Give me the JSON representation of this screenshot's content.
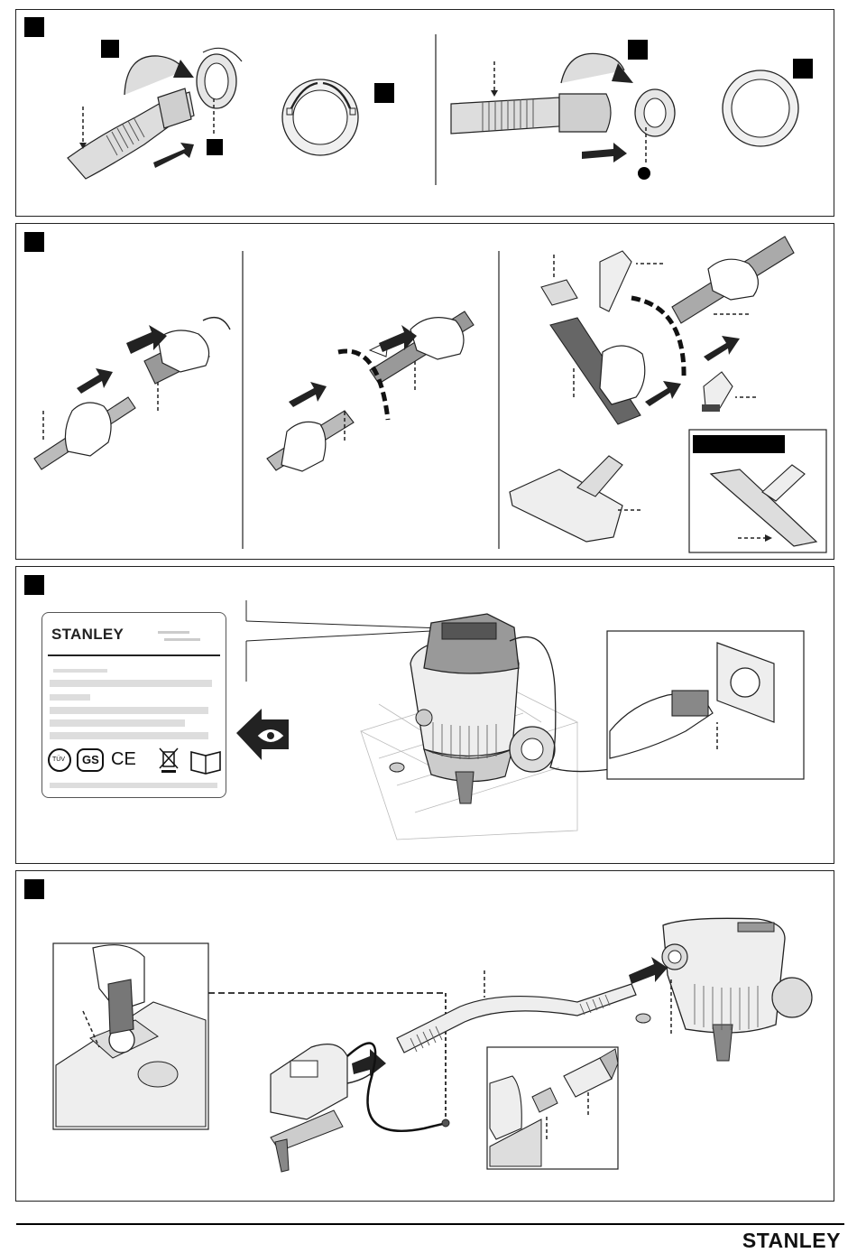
{
  "footer": {
    "brand": "STANLEY"
  },
  "label_plate": {
    "brand": "STANLEY",
    "cert_tuv": "TÜV",
    "cert_gs": "GS",
    "cert_ce": "CE"
  },
  "panels": [
    {
      "id": "hose-connection",
      "steps": 2
    },
    {
      "id": "tube-and-accessories",
      "steps": 3
    },
    {
      "id": "power-connection",
      "steps": 1
    },
    {
      "id": "power-tool-connection",
      "steps": 1
    }
  ],
  "colors": {
    "line": "#222222",
    "fill_light": "#ececec",
    "fill_mid": "#bdbdbd",
    "fill_dark": "#7a7a7a",
    "badge": "#000000"
  }
}
